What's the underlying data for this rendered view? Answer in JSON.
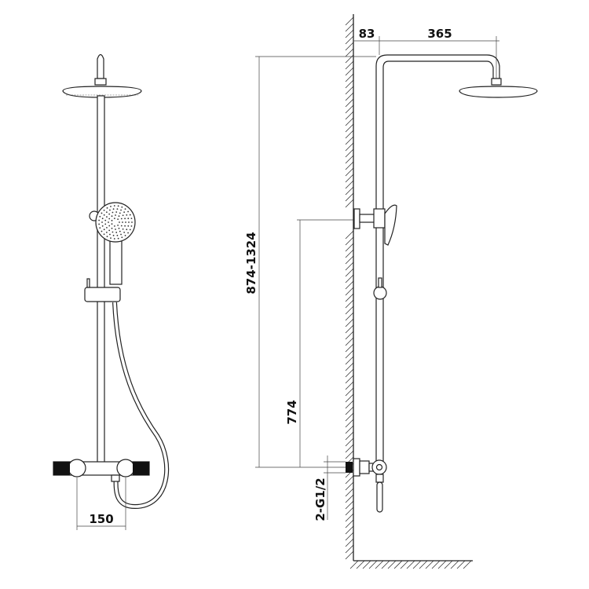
{
  "title": "Shower system technical drawing",
  "dimensions": {
    "mixer_spacing": "150",
    "wall_offset": "83",
    "arm_length": "365",
    "height_range": "874-1324",
    "bracket_height": "774",
    "inlet_thread": "2-G1/2"
  },
  "colors": {
    "line": "#222222",
    "fill": "#ffffff",
    "handle": "#111111"
  }
}
